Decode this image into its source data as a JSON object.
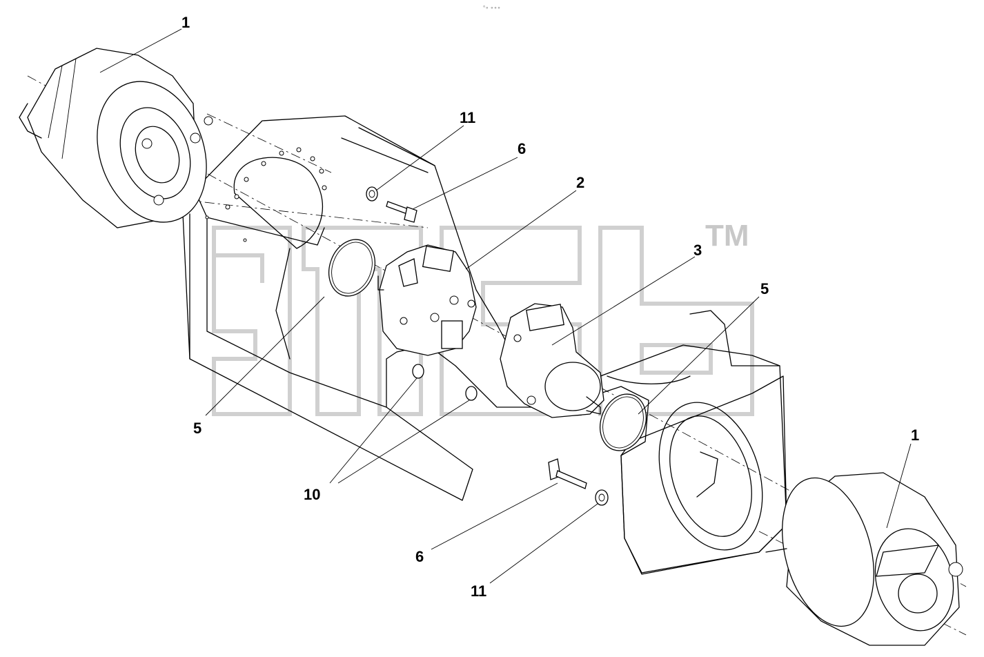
{
  "watermark": {
    "text": "TM"
  },
  "top_mark": "°∘ ∘∘∘",
  "callouts": [
    {
      "id": "c1a",
      "label": "1"
    },
    {
      "id": "c1b",
      "label": "1"
    },
    {
      "id": "c2",
      "label": "2"
    },
    {
      "id": "c3",
      "label": "3"
    },
    {
      "id": "c5a",
      "label": "5"
    },
    {
      "id": "c5b",
      "label": "5"
    },
    {
      "id": "c6a",
      "label": "6"
    },
    {
      "id": "c6b",
      "label": "6"
    },
    {
      "id": "c10",
      "label": "10"
    },
    {
      "id": "c11a",
      "label": "11"
    },
    {
      "id": "c11b",
      "label": "11"
    }
  ]
}
